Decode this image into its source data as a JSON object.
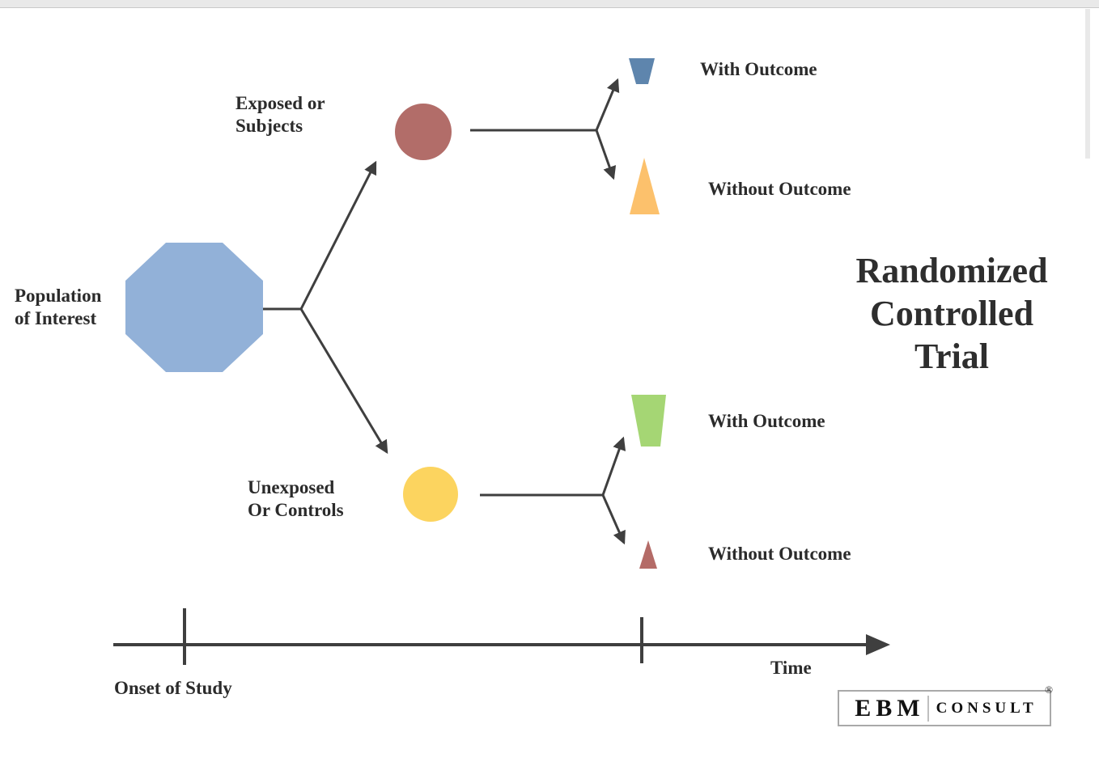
{
  "page": {
    "background": "#ffffff",
    "top_bar_color": "#e9e9e9",
    "line_color": "#3f3f3f",
    "text_color": "#2b2b2b"
  },
  "diagram": {
    "title": "Randomized\nControlled\nTrial",
    "nodes": {
      "population": {
        "label": "Population\nof Interest",
        "shape": "octagon",
        "color": "#92b1d8"
      },
      "exposed": {
        "label": "Exposed or\nSubjects",
        "shape": "circle",
        "color": "#b26d69"
      },
      "unexposed": {
        "label": "Unexposed\nOr Controls",
        "shape": "circle",
        "color": "#fcd45f"
      },
      "exposed_with": {
        "label": "With Outcome",
        "shape": "trapezoid",
        "color": "#5e85ad"
      },
      "exposed_without": {
        "label": "Without Outcome",
        "shape": "triangle",
        "color": "#fcc16c"
      },
      "unexposed_with": {
        "label": "With Outcome",
        "shape": "trapezoid",
        "color": "#a5d674"
      },
      "unexposed_without": {
        "label": "Without Outcome",
        "shape": "triangle",
        "color": "#b46b67"
      }
    },
    "timeline": {
      "onset_label": "Onset of Study",
      "time_label": "Time"
    },
    "logo": {
      "part1": "EBM",
      "part2": "CONSULT",
      "registered": "®"
    }
  }
}
